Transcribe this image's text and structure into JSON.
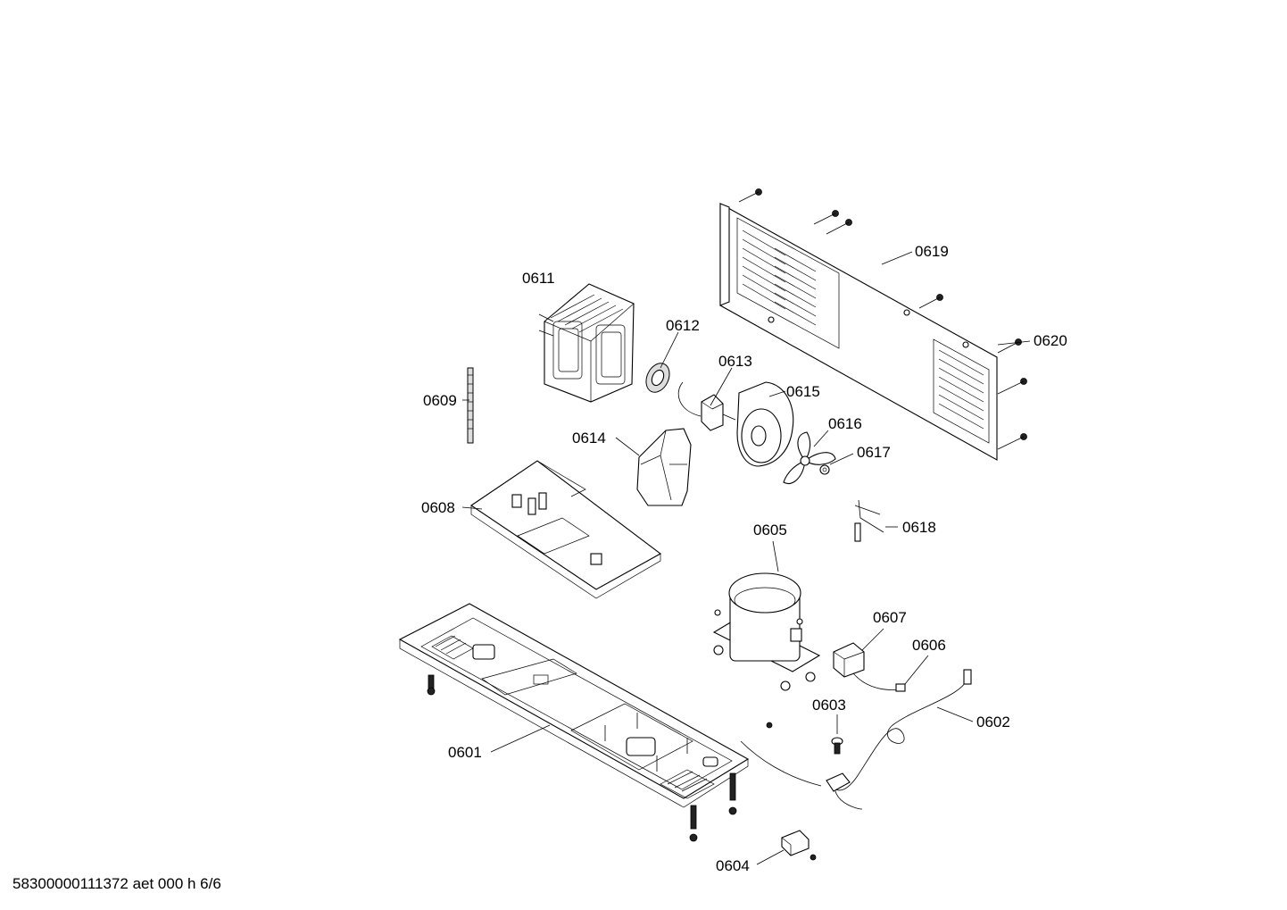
{
  "parts": {
    "p0601": "0601",
    "p0602": "0602",
    "p0603": "0603",
    "p0604": "0604",
    "p0605": "0605",
    "p0606": "0606",
    "p0607": "0607",
    "p0608": "0608",
    "p0609": "0609",
    "p0611": "0611",
    "p0612": "0612",
    "p0613": "0613",
    "p0614": "0614",
    "p0615": "0615",
    "p0616": "0616",
    "p0617": "0617",
    "p0618": "0618",
    "p0619": "0619",
    "p0620": "0620"
  },
  "footer": "58300000111372 aet 000 h 6/6"
}
